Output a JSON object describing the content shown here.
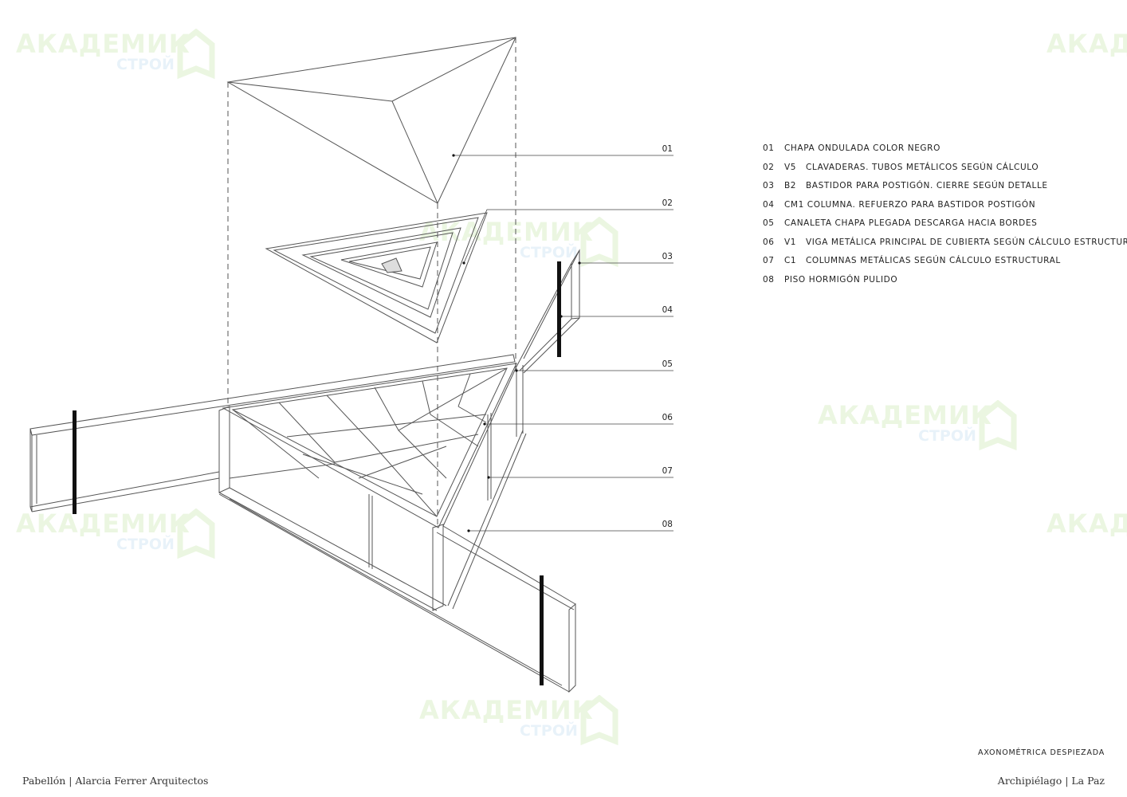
{
  "callouts": [
    "01",
    "02",
    "03",
    "04",
    "05",
    "06",
    "07",
    "08"
  ],
  "legend": [
    {
      "num": "01",
      "code": "",
      "text": "CHAPA  ONDULADA  COLOR  NEGRO"
    },
    {
      "num": "02",
      "code": "V5",
      "text": "CLAVADERAS.  TUBOS  METÁLICOS  SEGÚN  CÁLCULO"
    },
    {
      "num": "03",
      "code": "B2",
      "text": "BASTIDOR  PARA  POSTIGÓN.  CIERRE  SEGÚN  DETALLE"
    },
    {
      "num": "04",
      "code": "",
      "text": "CM1  COLUMNA.  REFUERZO  PARA  BASTIDOR  POSTIGÓN"
    },
    {
      "num": "05",
      "code": "",
      "text": "CANALETA  CHAPA  PLEGADA  DESCARGA  HACIA  BORDES"
    },
    {
      "num": "06",
      "code": "V1",
      "text": "VIGA  METÁLICA  PRINCIPAL  DE  CUBIERTA  SEGÚN  CÁLCULO  ESTRUCTURAL"
    },
    {
      "num": "07",
      "code": "C1",
      "text": "COLUMNAS  METÁLICAS  SEGÚN  CÁLCULO  ESTRUCTURAL"
    },
    {
      "num": "08",
      "code": "",
      "text": "PISO  HORMIGÓN  PULIDO"
    }
  ],
  "sheet_title": "AXONOMÉTRICA  DESPIEZADA",
  "footer": {
    "left": "Pabellón | Alarcia Ferrer Arquitectos",
    "right": "Archipiélago | La Paz"
  },
  "watermark": {
    "main": "АКАДЕМИК",
    "sub": "СТРОЙ"
  },
  "colors": {
    "line": "#555555",
    "ink": "#222222",
    "watermark_green": "#a6d77c",
    "watermark_blue": "#9cc6e8"
  }
}
